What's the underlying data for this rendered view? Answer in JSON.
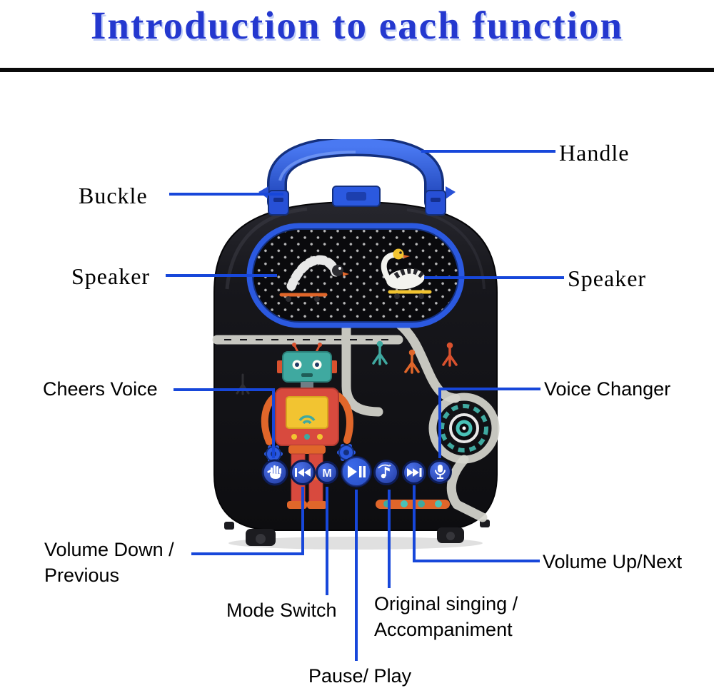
{
  "title": "Introduction to each function",
  "colors": {
    "title_blue": "#2438cf",
    "callout_blue": "#1747da",
    "handle_blue": "#2b59e0",
    "body_black": "#121216",
    "button_blue": "#2a4fd0",
    "robot_teal": "#3fa9a0",
    "robot_red": "#d84a3e",
    "robot_yellow": "#f2c431",
    "accent_orange": "#e0662a"
  },
  "labels": {
    "handle": "Handle",
    "buckle": "Buckle",
    "speaker_left": "Speaker",
    "speaker_right": "Speaker",
    "cheers_voice": "Cheers Voice",
    "voice_changer": "Voice Changer",
    "volume_down_line1": "Volume Down /",
    "volume_down_line2": "Previous",
    "mode_switch": "Mode Switch",
    "pause_play": "Pause/ Play",
    "original_line1": "Original singing /",
    "original_line2": "Accompaniment",
    "volume_up": "Volume Up/Next"
  },
  "product": {
    "mode_button_letter": "M",
    "buttons": [
      {
        "name": "cheers-voice-button",
        "icon": "hand-icon"
      },
      {
        "name": "volume-down-previous-button",
        "icon": "previous-track-icon"
      },
      {
        "name": "mode-switch-button",
        "icon": "letter-m-icon"
      },
      {
        "name": "pause-play-button",
        "icon": "play-pause-icon"
      },
      {
        "name": "original-accompaniment-button",
        "icon": "music-note-icon"
      },
      {
        "name": "volume-up-next-button",
        "icon": "next-track-icon"
      },
      {
        "name": "voice-changer-button",
        "icon": "microphone-icon"
      }
    ]
  }
}
